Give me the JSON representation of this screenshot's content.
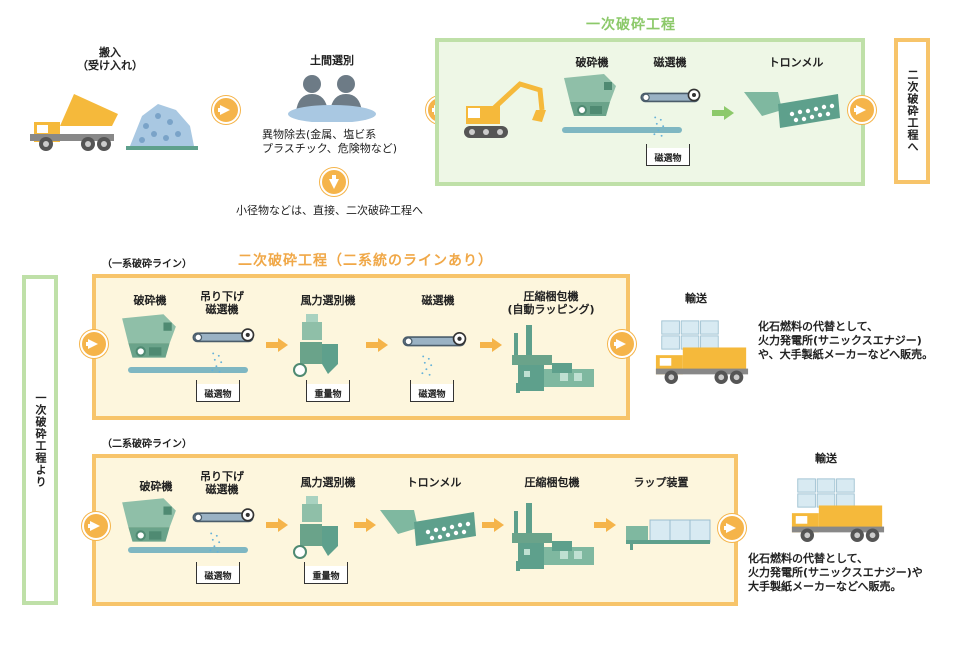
{
  "colors": {
    "accent_orange": "#f5b44a",
    "title_orange": "#f0a848",
    "title_green": "#8cc96a",
    "machine_teal": "#5ea08c",
    "belt_blue": "#7fb7c2",
    "truck_yellow": "#f5b93b"
  },
  "top": {
    "receiving_label": "搬入\n（受け入れ）",
    "sorting_label": "土間選別",
    "sorting_desc": "異物除去(金属、塩ビ系\nプラスチック、危険物など)",
    "small_items_note": "小径物などは、直接、二次破砕工程へ"
  },
  "primary": {
    "title": "一次破砕工程",
    "crusher_label": "破砕機",
    "magnet_label": "磁選機",
    "magnet_output": "磁選物",
    "trommel_label": "トロンメル",
    "to_secondary": "二次破砕工程へ"
  },
  "from_primary": "一次破砕工程より",
  "secondary": {
    "title": "二次破砕工程（二系統のラインあり）",
    "line1": {
      "label": "（一系破砕ライン）",
      "crusher": "破砕機",
      "hanging_magnet": "吊り下げ\n磁選機",
      "hanging_output": "磁選物",
      "air_separator": "風力選別機",
      "air_output": "重量物",
      "magnet": "磁選機",
      "magnet_output": "磁選物",
      "baler": "圧縮梱包機\n(自動ラッピング)",
      "transport": "輸送",
      "sales": "化石燃料の代替として、\n火力発電所(サニックスエナジー)\nや、大手製紙メーカーなどへ販売。"
    },
    "line2": {
      "label": "（二系破砕ライン）",
      "crusher": "破砕機",
      "hanging_magnet": "吊り下げ\n磁選機",
      "hanging_output": "磁選物",
      "air_separator": "風力選別機",
      "air_output": "重量物",
      "trommel": "トロンメル",
      "baler": "圧縮梱包機",
      "wrap": "ラップ装置",
      "transport": "輸送",
      "sales": "化石燃料の代替として、\n火力発電所(サニックスエナジー)や\n大手製紙メーカーなどへ販売。"
    }
  }
}
